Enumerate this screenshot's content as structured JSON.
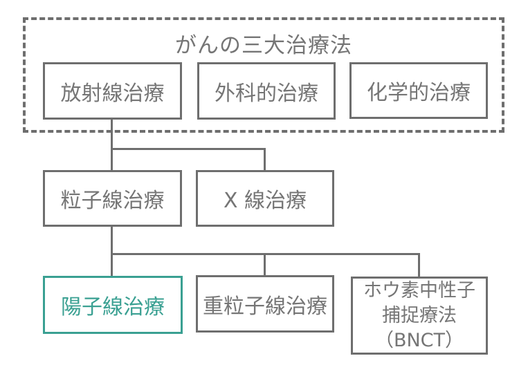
{
  "diagram": {
    "group": {
      "title": "がんの三大治療法"
    },
    "nodes": {
      "radiation": {
        "label": "放射線治療"
      },
      "surgical": {
        "label": "外科的治療"
      },
      "chemical": {
        "label": "化学的治療"
      },
      "particle": {
        "label": "粒子線治療"
      },
      "xray": {
        "label": "X 線治療"
      },
      "proton": {
        "label": "陽子線治療",
        "highlighted": "true"
      },
      "heavy_ion": {
        "label": "重粒子線治療"
      },
      "bnct": {
        "label": "ホウ素中性子捕捉療法（BNCT）",
        "lines": [
          "ホウ素中性子",
          "捕捉療法",
          "（BNCT）"
        ]
      }
    },
    "colors": {
      "line_gray": "#6e6e6e",
      "text_gray": "#757575",
      "highlight_teal": "#3aa092",
      "background": "#ffffff"
    }
  }
}
